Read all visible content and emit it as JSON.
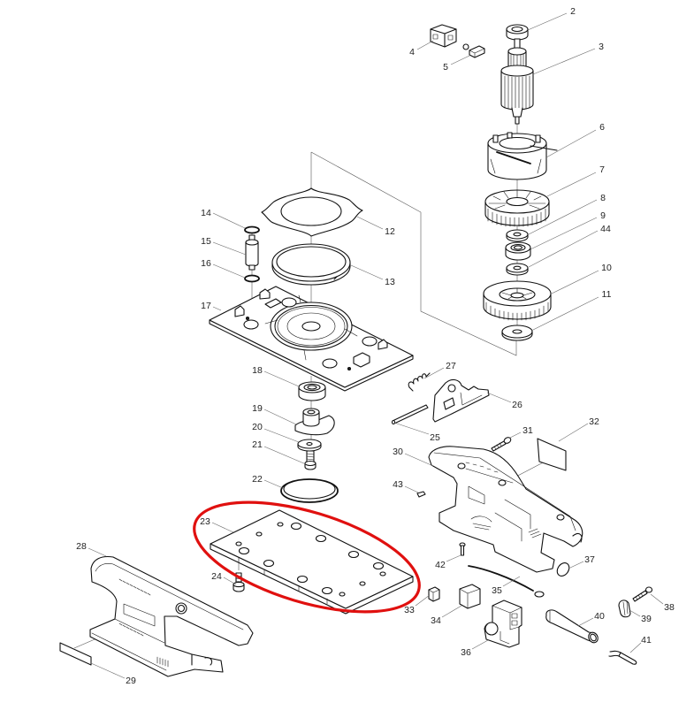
{
  "colors": {
    "background": "#ffffff",
    "line": "#111111",
    "leader": "#6a6a6a",
    "text": "#222222",
    "highlight": "#e0100f"
  },
  "annotation": {
    "shape": "ellipse",
    "encircles_callout": "23"
  },
  "callouts": {
    "p2": "2",
    "p3": "3",
    "p4": "4",
    "p5": "5",
    "p6": "6",
    "p7": "7",
    "p8": "8",
    "p9": "9",
    "p44": "44",
    "p10": "10",
    "p11": "11",
    "p12": "12",
    "p13": "13",
    "p14": "14",
    "p15": "15",
    "p16": "16",
    "p17": "17",
    "p18": "18",
    "p19": "19",
    "p20": "20",
    "p21": "21",
    "p22": "22",
    "p23": "23",
    "p24": "24",
    "p25": "25",
    "p26": "26",
    "p27": "27",
    "p28": "28",
    "p29": "29",
    "p30": "30",
    "p31": "31",
    "p32": "32",
    "p33": "33",
    "p34": "34",
    "p35": "35",
    "p36": "36",
    "p37": "37",
    "p38": "38",
    "p39": "39",
    "p40": "40",
    "p41": "41",
    "p42": "42",
    "p43": "43"
  }
}
